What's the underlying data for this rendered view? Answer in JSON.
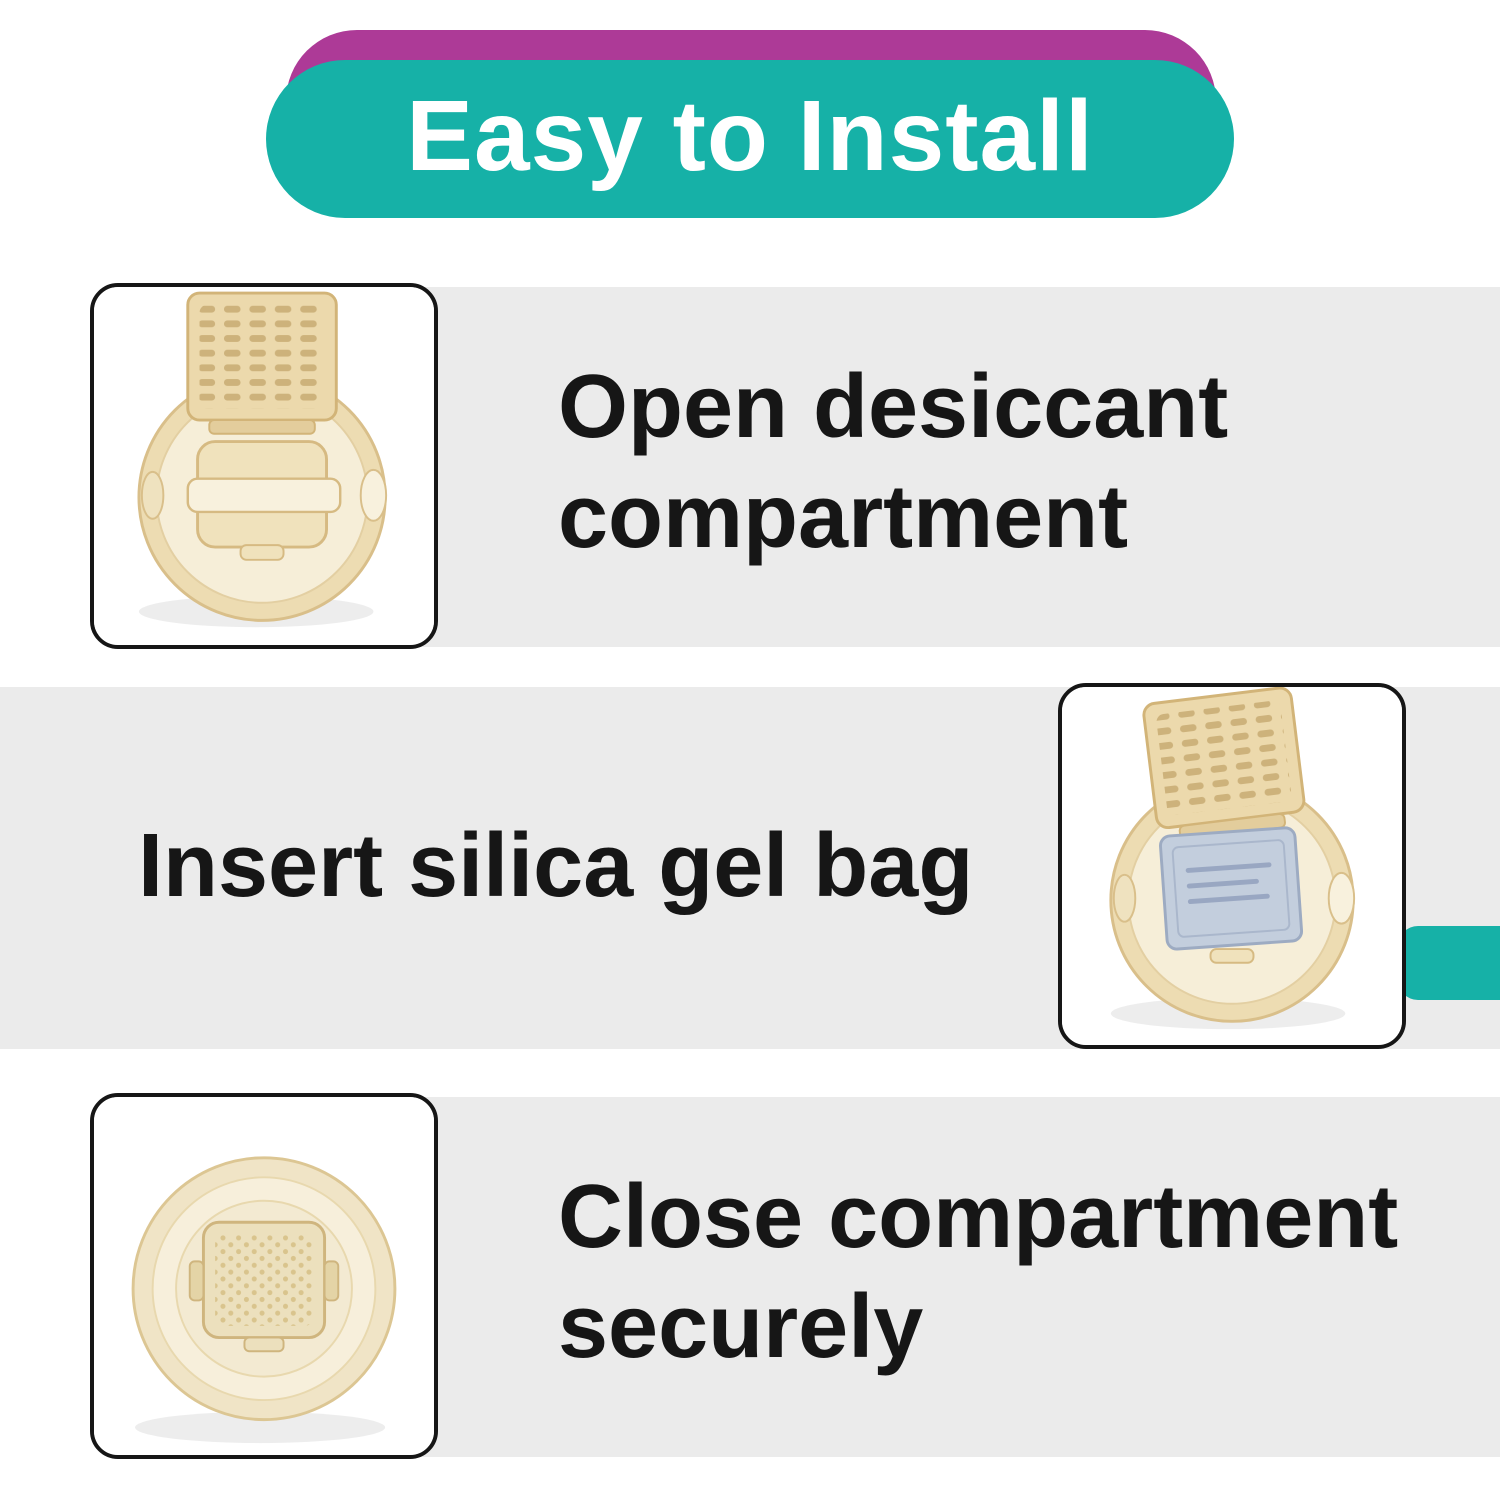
{
  "header": {
    "title": "Easy to Install"
  },
  "steps": [
    {
      "label": "Open desiccant\ncompartment",
      "image": "lid-open-empty-photo"
    },
    {
      "label": "Insert silica gel bag",
      "image": "lid-open-silica-bag-photo"
    },
    {
      "label": "Close compartment\nsecurely",
      "image": "lid-closed-photo"
    }
  ],
  "colors": {
    "accent_teal": "#16b1a7",
    "accent_purple": "#ad3a97",
    "band_gray": "#ebebeb",
    "text": "#161616",
    "lid_cream": "#f6eed8",
    "lid_tan": "#eddcb2",
    "silica_blue": "#c3cedd"
  }
}
